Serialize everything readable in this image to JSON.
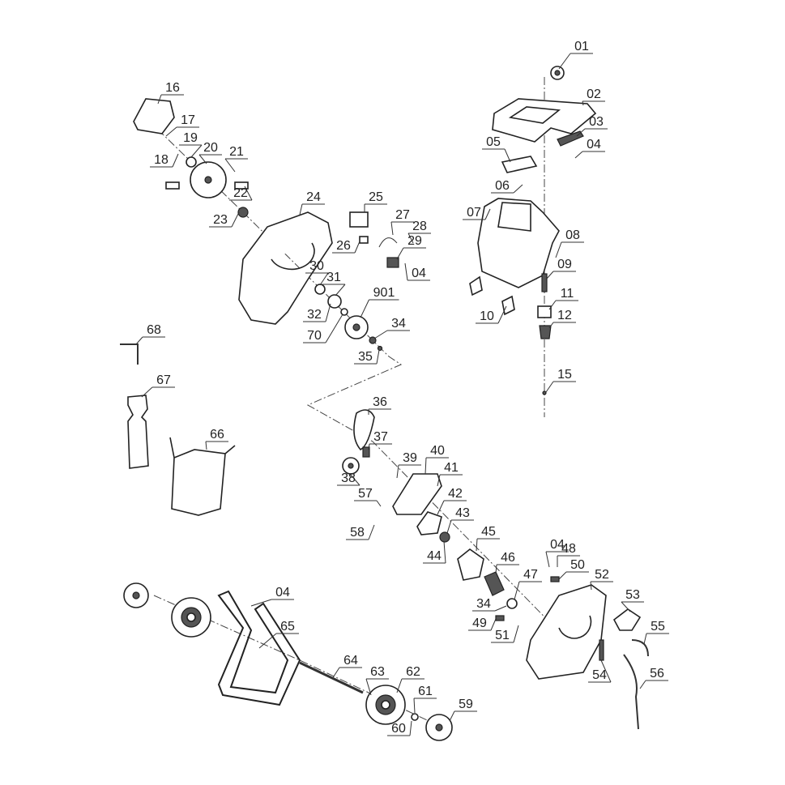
{
  "diagram": {
    "type": "exploded-parts-view",
    "callouts": [
      "01",
      "02",
      "03",
      "04",
      "05",
      "06",
      "07",
      "08",
      "09",
      "10",
      "11",
      "12",
      "15",
      "16",
      "17",
      "18",
      "19",
      "20",
      "21",
      "22",
      "23",
      "24",
      "25",
      "26",
      "27",
      "28",
      "29",
      "04",
      "30",
      "31",
      "32",
      "901",
      "70",
      "34",
      "35",
      "68",
      "67",
      "66",
      "36",
      "37",
      "38",
      "39",
      "40",
      "41",
      "42",
      "43",
      "44",
      "45",
      "46",
      "57",
      "58",
      "04",
      "48",
      "50",
      "52",
      "47",
      "34",
      "49",
      "51",
      "53",
      "55",
      "54",
      "56",
      "04",
      "65",
      "64",
      "63",
      "62",
      "61",
      "60",
      "59"
    ]
  }
}
